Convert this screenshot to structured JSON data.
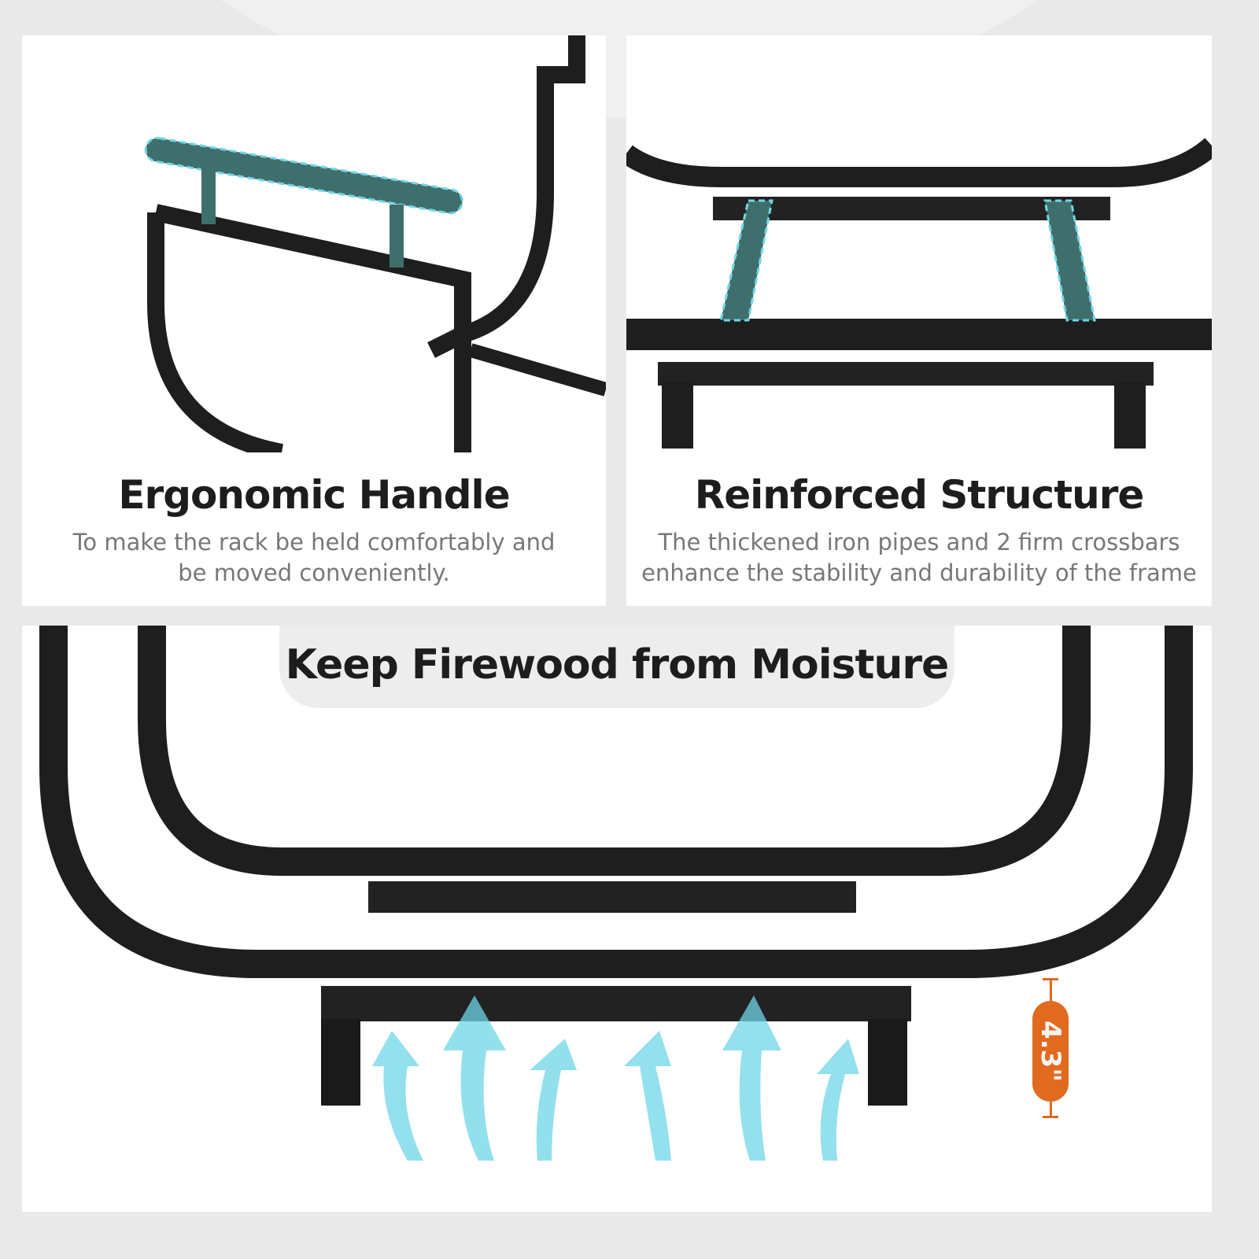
{
  "features": [
    {
      "title": "Ergonomic Handle",
      "description": [
        "To make the rack be held comfortably and",
        "be moved conveniently."
      ]
    },
    {
      "title": "Reinforced Structure",
      "description": [
        "The thickened iron pipes and 2 firm crossbars",
        "enhance the stability and durability of the frame"
      ]
    }
  ],
  "banner": {
    "title": "Keep Firewood from Moisture"
  },
  "measurement": {
    "label": "4.3\""
  },
  "colors": {
    "highlight": "#3f6f6c",
    "accent": "#e06a1e",
    "airflow": "#6fd6e8",
    "frame": "#1e1e1e"
  }
}
